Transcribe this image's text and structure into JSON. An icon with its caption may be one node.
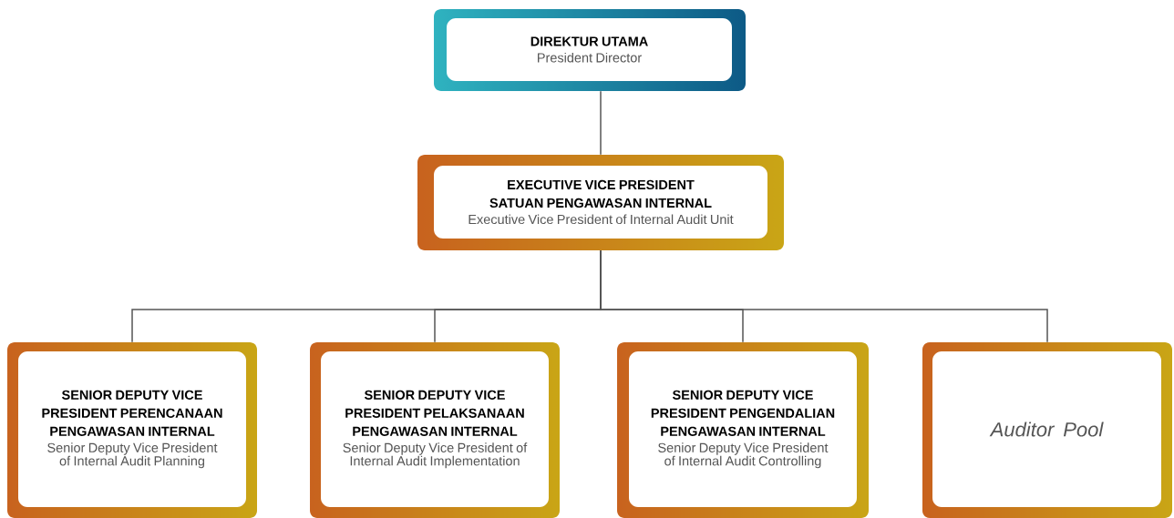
{
  "diagram": {
    "nodes": [
      {
        "text": [
          "DIREKTUR UTAMA",
          "President Director"
        ]
      },
      {
        "text": [
          "EXECUTIVE VICE PRESIDENT SATUAN PENGAWASAN INTERNAL",
          "Executive Vice President of Internal Audit Unit"
        ]
      },
      {
        "text": [
          "SENIOR DEPUTY VICE PRESIDENT PERENCANAAN PENGAWASAN INTERNAL",
          "Senior Deputy Vice President of Internal Audit Planning"
        ]
      },
      {
        "text": [
          "SENIOR DEPUTY VICE PRESIDENT PELAKSANAAN PENGAWASAN INTERNAL",
          "Senior Deputy Vice President of Internal Audit Implementation"
        ]
      },
      {
        "text": [
          "SENIOR DEPUTY VICE PRESIDENT PENGENDALIAN PENGAWASAN INTERNAL",
          "Senior Deputy Vice President of Internal Audit Controlling"
        ]
      },
      {
        "text": [
          "Auditor Pool"
        ]
      }
    ],
    "edges": [
      {
        "from": 0,
        "to": 1,
        "arrow": "none"
      },
      {
        "from": 1,
        "to": 2,
        "arrow": "none"
      },
      {
        "from": 1,
        "to": 3,
        "arrow": "none"
      },
      {
        "from": 1,
        "to": 4,
        "arrow": "none"
      },
      {
        "from": 1,
        "to": 5,
        "arrow": "none"
      }
    ]
  }
}
